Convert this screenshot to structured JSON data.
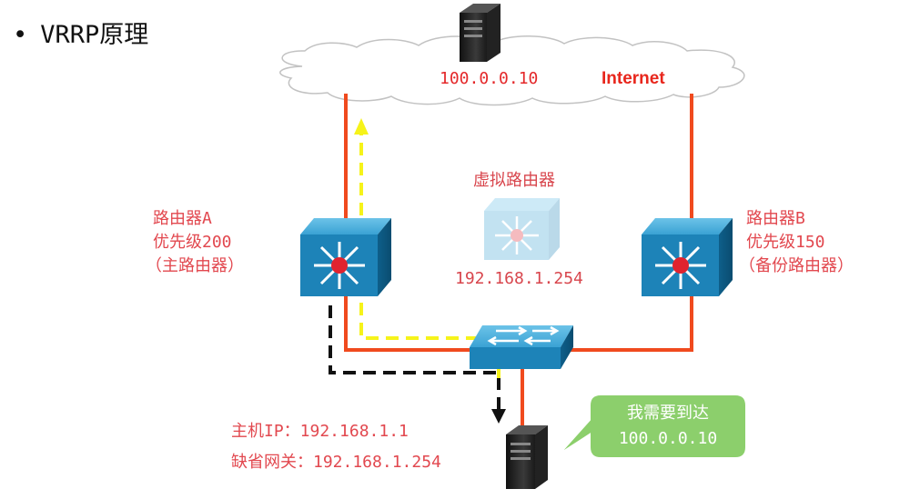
{
  "title": {
    "bullet": "•",
    "text": "VRRP原理"
  },
  "cloud": {
    "server_ip": "100.0.0.10",
    "label": "Internet"
  },
  "virtual_router": {
    "label": "虚拟路由器",
    "ip": "192.168.1.254"
  },
  "router_a": {
    "name": "路由器A",
    "priority": "优先级200",
    "role": "（主路由器）"
  },
  "router_b": {
    "name": "路由器B",
    "priority": "优先级150",
    "role": "（备份路由器）"
  },
  "host": {
    "ip": "主机IP：192.168.1.1",
    "gateway": "缺省网关：192.168.1.254"
  },
  "callout": {
    "line1": "我需要到达",
    "line2": "100.0.0.10"
  },
  "colors": {
    "link": "#f04a1e",
    "yellow_path": "#f6f31a",
    "black_path": "#111111",
    "router": "#1d83b8",
    "callout": "#8ccf6c",
    "label": "#e2484f"
  }
}
